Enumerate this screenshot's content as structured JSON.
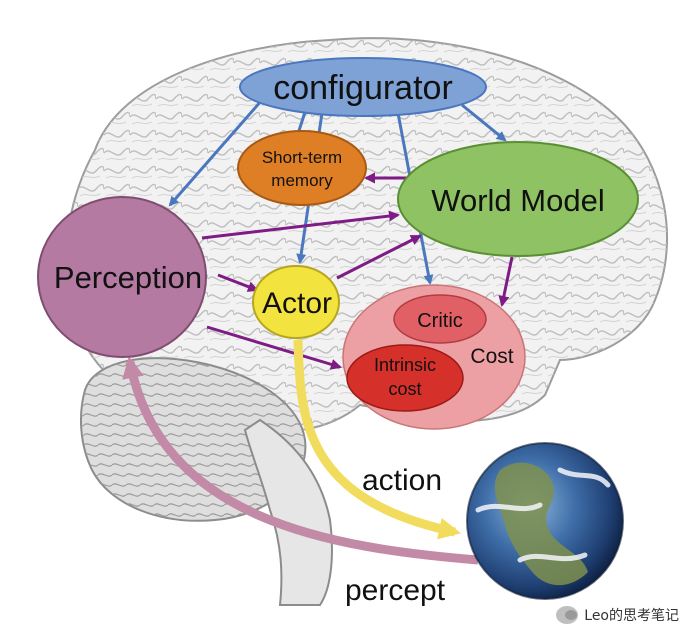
{
  "diagram": {
    "nodes": {
      "configurator": "configurator",
      "short_term_memory_line1": "Short-term",
      "short_term_memory_line2": "memory",
      "world_model": "World Model",
      "perception": "Perception",
      "actor": "Actor",
      "critic": "Critic",
      "cost": "Cost",
      "intrinsic_cost_line1": "Intrinsic",
      "intrinsic_cost_line2": "cost"
    },
    "edge_labels": {
      "action": "action",
      "percept": "percept"
    },
    "colors": {
      "configurator": "#7ea2d6",
      "short_term_memory": "#de7f25",
      "world_model": "#8ec262",
      "perception": "#b47aa1",
      "actor": "#f3e33f",
      "cost": "#eda0a3",
      "critic": "#e06066",
      "intrinsic_cost": "#d6302a",
      "blue_arrow": "#4b77be",
      "purple_arrow": "#7e1b84",
      "action_arrow": "#f2dc5d",
      "percept_arrow": "#c28aa6"
    }
  },
  "watermark": {
    "text": "Leo的思考笔记"
  }
}
